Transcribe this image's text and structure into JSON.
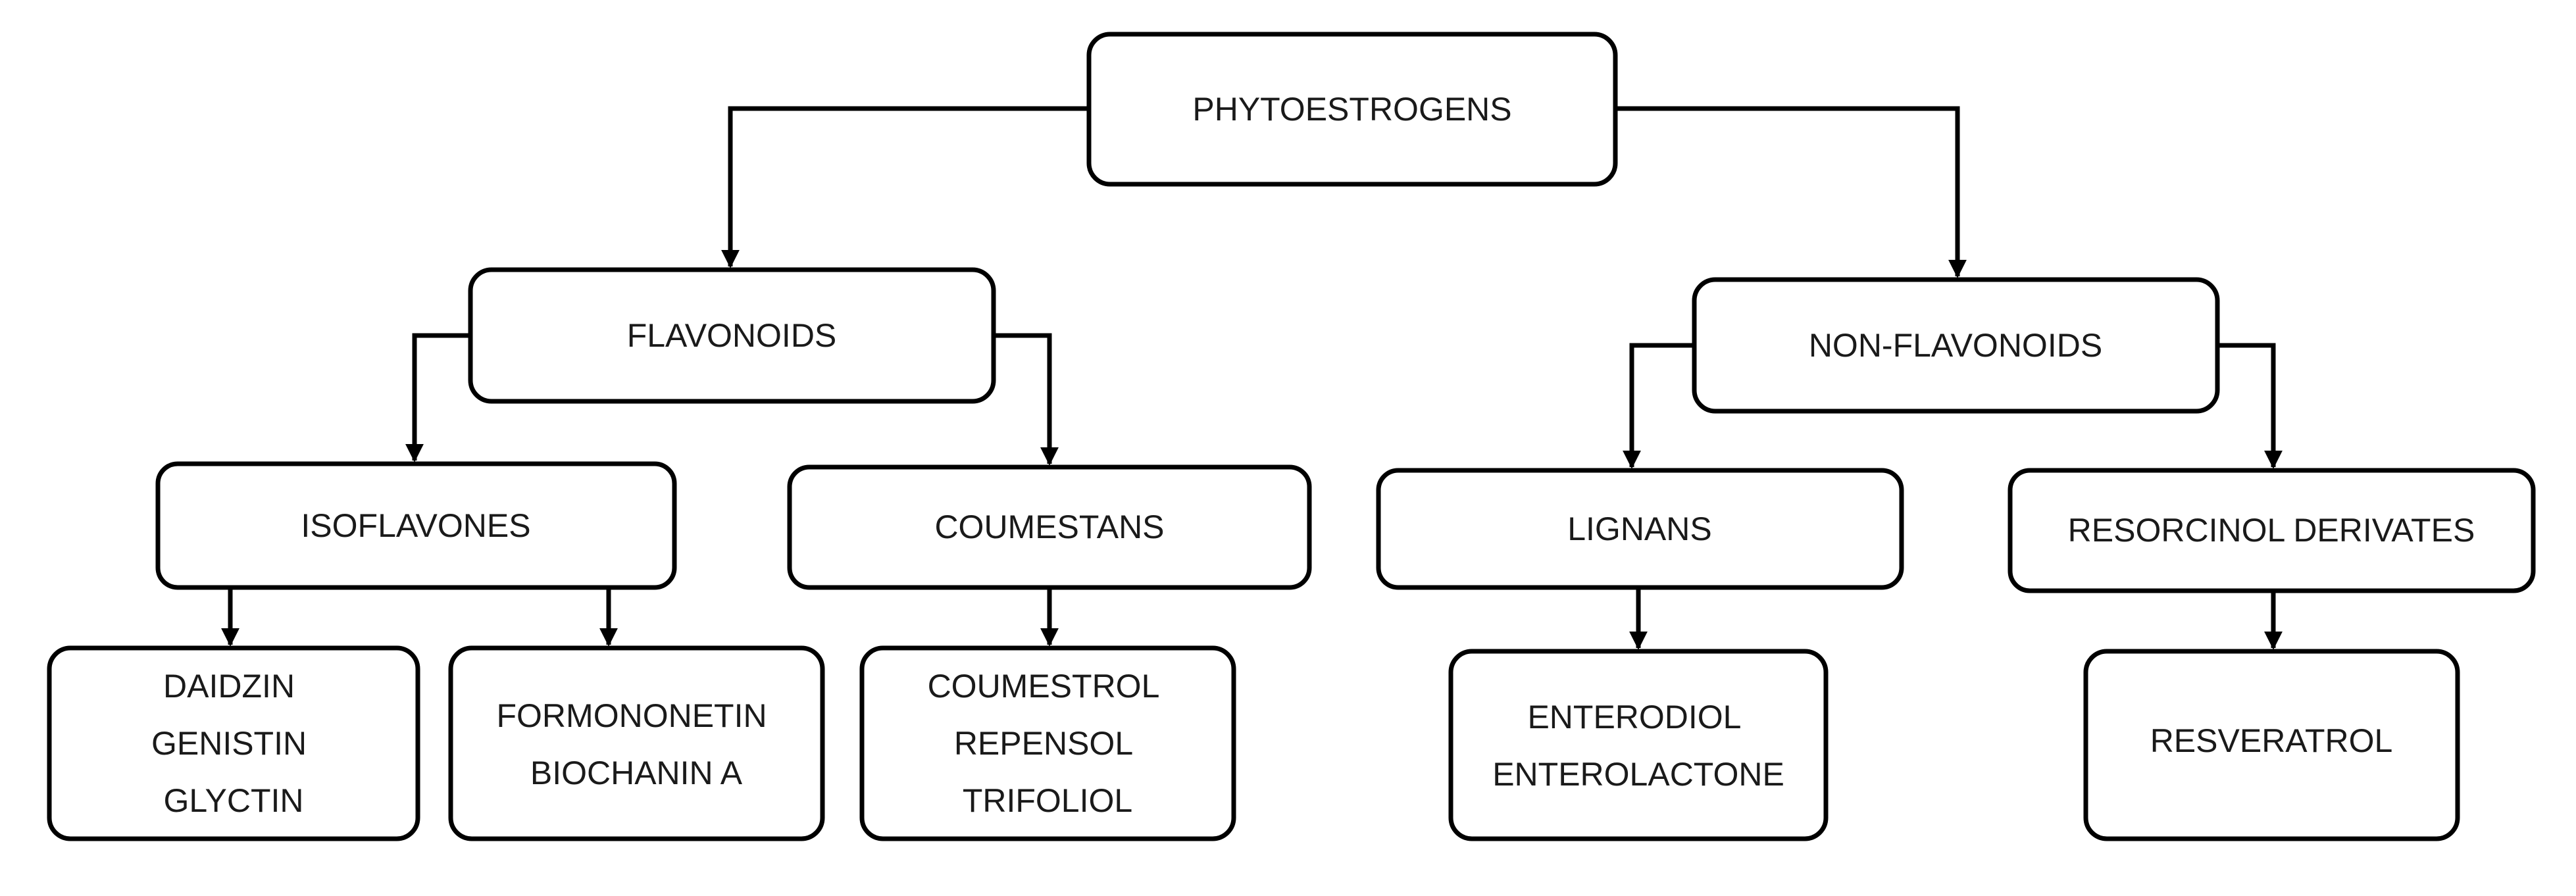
{
  "diagram": {
    "type": "hierarchy",
    "nodes": {
      "root": {
        "lines": [
          "PHYTOESTROGENS"
        ]
      },
      "flavonoids": {
        "lines": [
          "FLAVONOIDS"
        ]
      },
      "non_flavonoids": {
        "lines": [
          "NON-FLAVONOIDS"
        ]
      },
      "isoflavones": {
        "lines": [
          "ISOFLAVONES"
        ]
      },
      "coumestans": {
        "lines": [
          "COUMESTANS"
        ]
      },
      "lignans": {
        "lines": [
          "LIGNANS"
        ]
      },
      "resorcinol": {
        "lines": [
          "RESORCINOL DERIVATES"
        ]
      },
      "daidzin_group": {
        "lines": [
          "DAIDZIN",
          "GENISTIN",
          "GLYCTIN"
        ]
      },
      "formononetin_group": {
        "lines": [
          "FORMONONETIN",
          "BIOCHANIN A"
        ]
      },
      "coumestrol_group": {
        "lines": [
          "COUMESTROL",
          "REPENSOL",
          "TRIFOLIOL"
        ]
      },
      "enterodiol_group": {
        "lines": [
          "ENTERODIOL",
          "ENTEROLACTONE"
        ]
      },
      "resveratrol": {
        "lines": [
          "RESVERATROL"
        ]
      }
    },
    "edges": [
      [
        "root",
        "flavonoids"
      ],
      [
        "root",
        "non_flavonoids"
      ],
      [
        "flavonoids",
        "isoflavones"
      ],
      [
        "flavonoids",
        "coumestans"
      ],
      [
        "non_flavonoids",
        "lignans"
      ],
      [
        "non_flavonoids",
        "resorcinol"
      ],
      [
        "isoflavones",
        "daidzin_group"
      ],
      [
        "isoflavones",
        "formononetin_group"
      ],
      [
        "coumestans",
        "coumestrol_group"
      ],
      [
        "lignans",
        "enterodiol_group"
      ],
      [
        "resorcinol",
        "resveratrol"
      ]
    ]
  }
}
